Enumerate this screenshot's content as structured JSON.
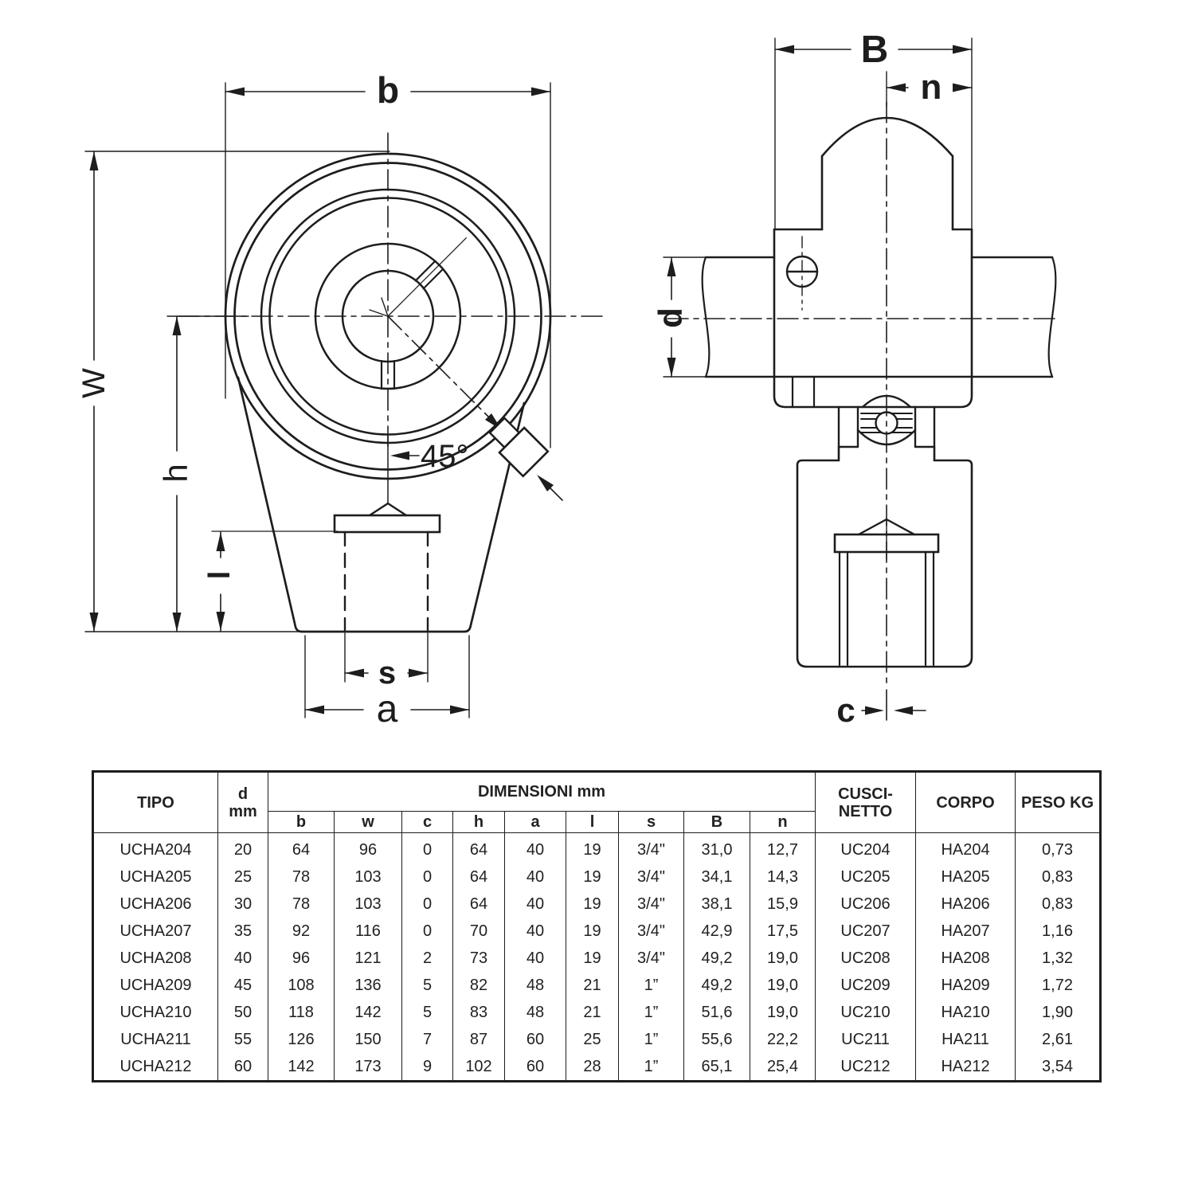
{
  "front_view": {
    "labels": {
      "b": "b",
      "W": "W",
      "h": "h",
      "l": "l",
      "s": "s",
      "a": "a",
      "angle": "45°"
    }
  },
  "side_view": {
    "labels": {
      "B": "B",
      "n": "n",
      "d": "d",
      "c": "c"
    }
  },
  "table": {
    "headers": {
      "tipo": "TIPO",
      "d": "d",
      "d_unit": "mm",
      "dimensions_group": "DIMENSIONI mm",
      "dims": [
        "b",
        "w",
        "c",
        "h",
        "a",
        "l",
        "s",
        "B",
        "n"
      ],
      "cuscinetto_line1": "CUSCI-",
      "cuscinetto_line2": "NETTO",
      "corpo": "CORPO",
      "peso": "PESO KG"
    },
    "rows": [
      [
        "UCHA204",
        "20",
        "64",
        "96",
        "0",
        "64",
        "40",
        "19",
        "3/4\"",
        "31,0",
        "12,7",
        "UC204",
        "HA204",
        "0,73"
      ],
      [
        "UCHA205",
        "25",
        "78",
        "103",
        "0",
        "64",
        "40",
        "19",
        "3/4\"",
        "34,1",
        "14,3",
        "UC205",
        "HA205",
        "0,83"
      ],
      [
        "UCHA206",
        "30",
        "78",
        "103",
        "0",
        "64",
        "40",
        "19",
        "3/4\"",
        "38,1",
        "15,9",
        "UC206",
        "HA206",
        "0,83"
      ],
      [
        "UCHA207",
        "35",
        "92",
        "116",
        "0",
        "70",
        "40",
        "19",
        "3/4\"",
        "42,9",
        "17,5",
        "UC207",
        "HA207",
        "1,16"
      ],
      [
        "UCHA208",
        "40",
        "96",
        "121",
        "2",
        "73",
        "40",
        "19",
        "3/4\"",
        "49,2",
        "19,0",
        "UC208",
        "HA208",
        "1,32"
      ],
      [
        "UCHA209",
        "45",
        "108",
        "136",
        "5",
        "82",
        "48",
        "21",
        "1”",
        "49,2",
        "19,0",
        "UC209",
        "HA209",
        "1,72"
      ],
      [
        "UCHA210",
        "50",
        "118",
        "142",
        "5",
        "83",
        "48",
        "21",
        "1”",
        "51,6",
        "19,0",
        "UC210",
        "HA210",
        "1,90"
      ],
      [
        "UCHA211",
        "55",
        "126",
        "150",
        "7",
        "87",
        "60",
        "25",
        "1”",
        "55,6",
        "22,2",
        "UC211",
        "HA211",
        "2,61"
      ],
      [
        "UCHA212",
        "60",
        "142",
        "173",
        "9",
        "102",
        "60",
        "28",
        "1”",
        "65,1",
        "25,4",
        "UC212",
        "HA212",
        "3,54"
      ]
    ]
  },
  "colors": {
    "line": "#1d1d1d",
    "background": "#ffffff"
  }
}
